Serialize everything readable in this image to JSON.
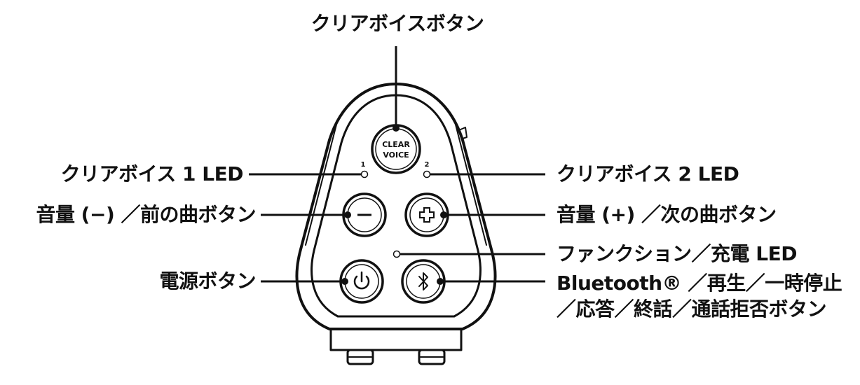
{
  "device": {
    "clear_voice_button_text_line1": "CLEAR",
    "clear_voice_button_text_line2": "VOICE",
    "led1_number": "1",
    "led2_number": "2"
  },
  "labels": {
    "clear_voice_button": "クリアボイスボタン",
    "clear_voice_1_led": "クリアボイス 1 LED",
    "clear_voice_2_led": "クリアボイス 2 LED",
    "volume_down_prev": "音量 (−) ／前の曲ボタン",
    "volume_up_next": "音量 (+) ／次の曲ボタン",
    "function_charge_led": "ファンクション／充電 LED",
    "power_button": "電源ボタン",
    "bluetooth_line1": "Bluetooth® ／再生／一時停止",
    "bluetooth_line2": "／応答／終話／通話拒否ボタン"
  },
  "colors": {
    "ink": "#111111",
    "background": "#ffffff"
  }
}
